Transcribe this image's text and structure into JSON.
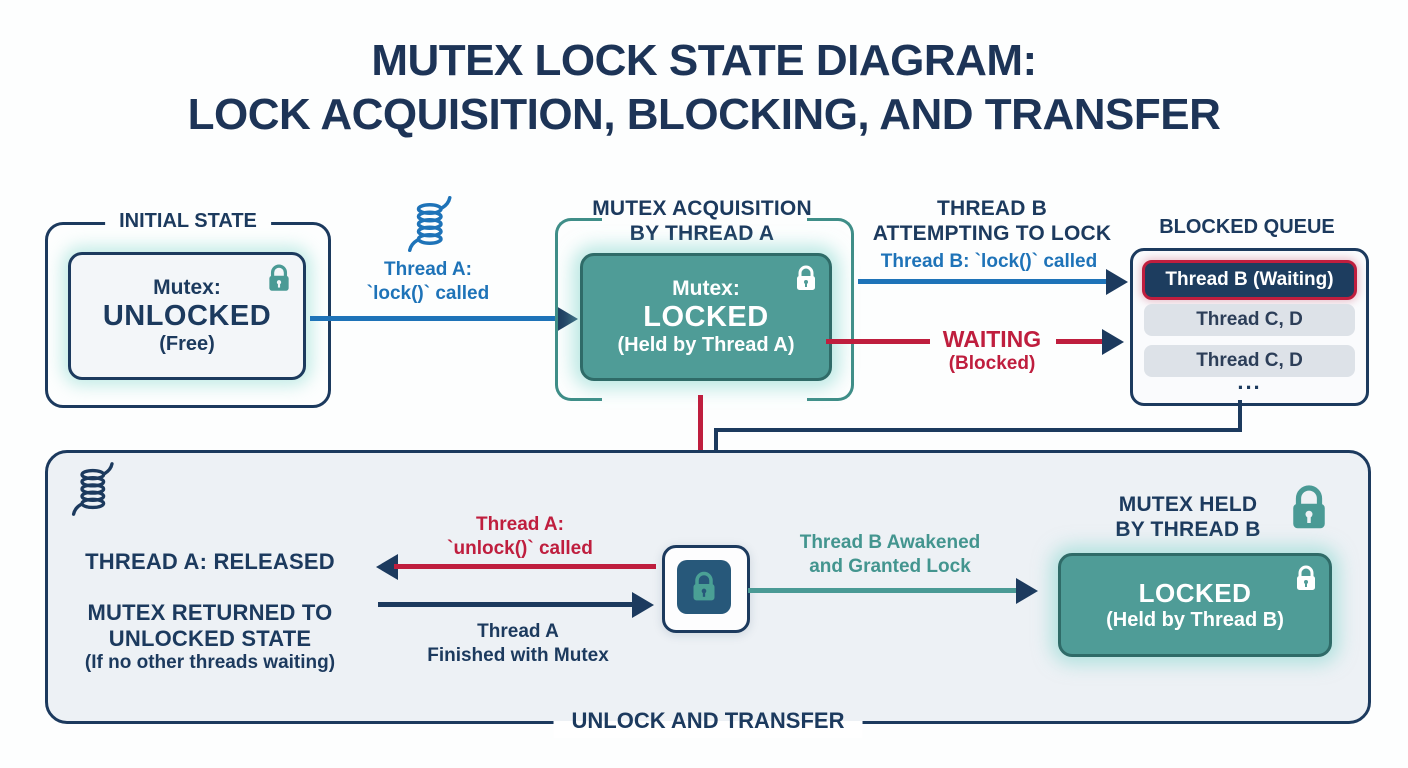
{
  "title": {
    "line1": "MUTEX LOCK STATE DIAGRAM:",
    "line2": "LOCK ACQUISITION, BLOCKING, AND TRANSFER"
  },
  "colors": {
    "navy": "#1c3a5e",
    "blue": "#1e73b8",
    "crimson": "#bf1e3e",
    "teal_fill": "#4f9c97",
    "teal_accent": "#4a9a95",
    "panel_bg": "#edf1f5"
  },
  "icons": {
    "lock": "padlock-icon",
    "thread": "thread-coil-icon"
  },
  "initial_state": {
    "label": "INITIAL STATE",
    "mutex_line": "Mutex:",
    "state": "UNLOCKED",
    "sub": "(Free)"
  },
  "thread_a_lock": {
    "line1": "Thread A:",
    "line2": "`lock()` called"
  },
  "acquisition": {
    "header1": "MUTEX ACQUISITION",
    "header2": "BY THREAD A",
    "mutex_line": "Mutex:",
    "state": "LOCKED",
    "sub": "(Held by Thread A)"
  },
  "thread_b": {
    "header1": "THREAD B",
    "header2": "ATTEMPTING TO LOCK",
    "lock_call": "Thread B: `lock()` called",
    "waiting": "WAITING",
    "blocked": "(Blocked)"
  },
  "blocked_queue": {
    "label": "BLOCKED QUEUE",
    "items": [
      "Thread B (Waiting)",
      "Thread C, D",
      "Thread C, D"
    ],
    "ellipsis": "..."
  },
  "unlock_panel": {
    "label": "UNLOCK AND TRANSFER",
    "released": "THREAD A: RELEASED",
    "unlock_call1": "Thread A:",
    "unlock_call2": "`unlock()` called",
    "returned1": "MUTEX RETURNED TO",
    "returned2": "UNLOCKED STATE",
    "returned3": "(If no other threads waiting)",
    "finished1": "Thread A",
    "finished2": "Finished with Mutex",
    "awakened1": "Thread B Awakened",
    "awakened2": "and Granted Lock",
    "held1": "MUTEX HELD",
    "held2": "BY THREAD B",
    "locked_state": "LOCKED",
    "locked_sub": "(Held by Thread B)"
  }
}
